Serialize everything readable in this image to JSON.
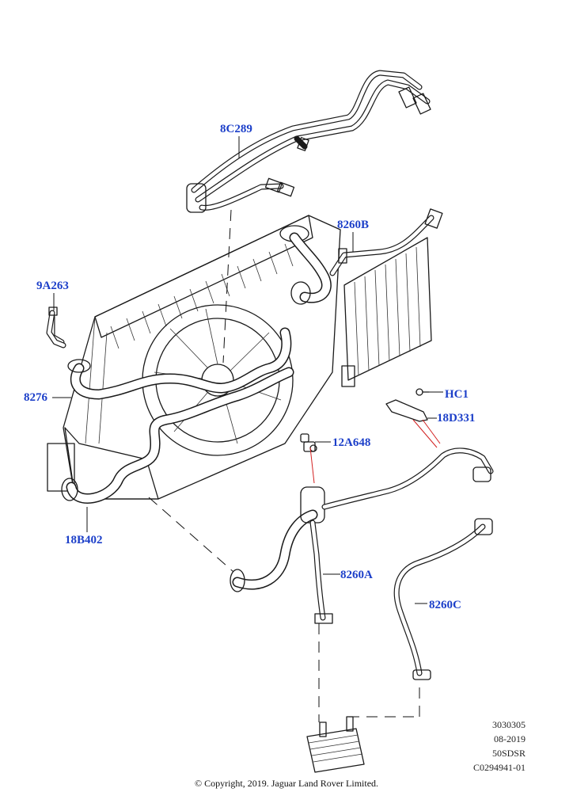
{
  "callouts": {
    "c_8c289": "8C289",
    "c_8260b": "8260B",
    "c_9a263": "9A263",
    "c_8276": "8276",
    "c_hc1": "HC1",
    "c_18d331": "18D331",
    "c_12a648": "12A648",
    "c_18b402": "18B402",
    "c_8260a": "8260A",
    "c_8260c": "8260C"
  },
  "meta": {
    "code1": "3030305",
    "date": "08-2019",
    "model": "50SDSR",
    "ref": "C0294941-01"
  },
  "copyright": "© Copyright, 2019. Jaguar Land Rover Limited.",
  "colors": {
    "callout_text": "#1c3fc9",
    "leader_red": "#d21f1f",
    "line_art": "#1a1a1a"
  }
}
